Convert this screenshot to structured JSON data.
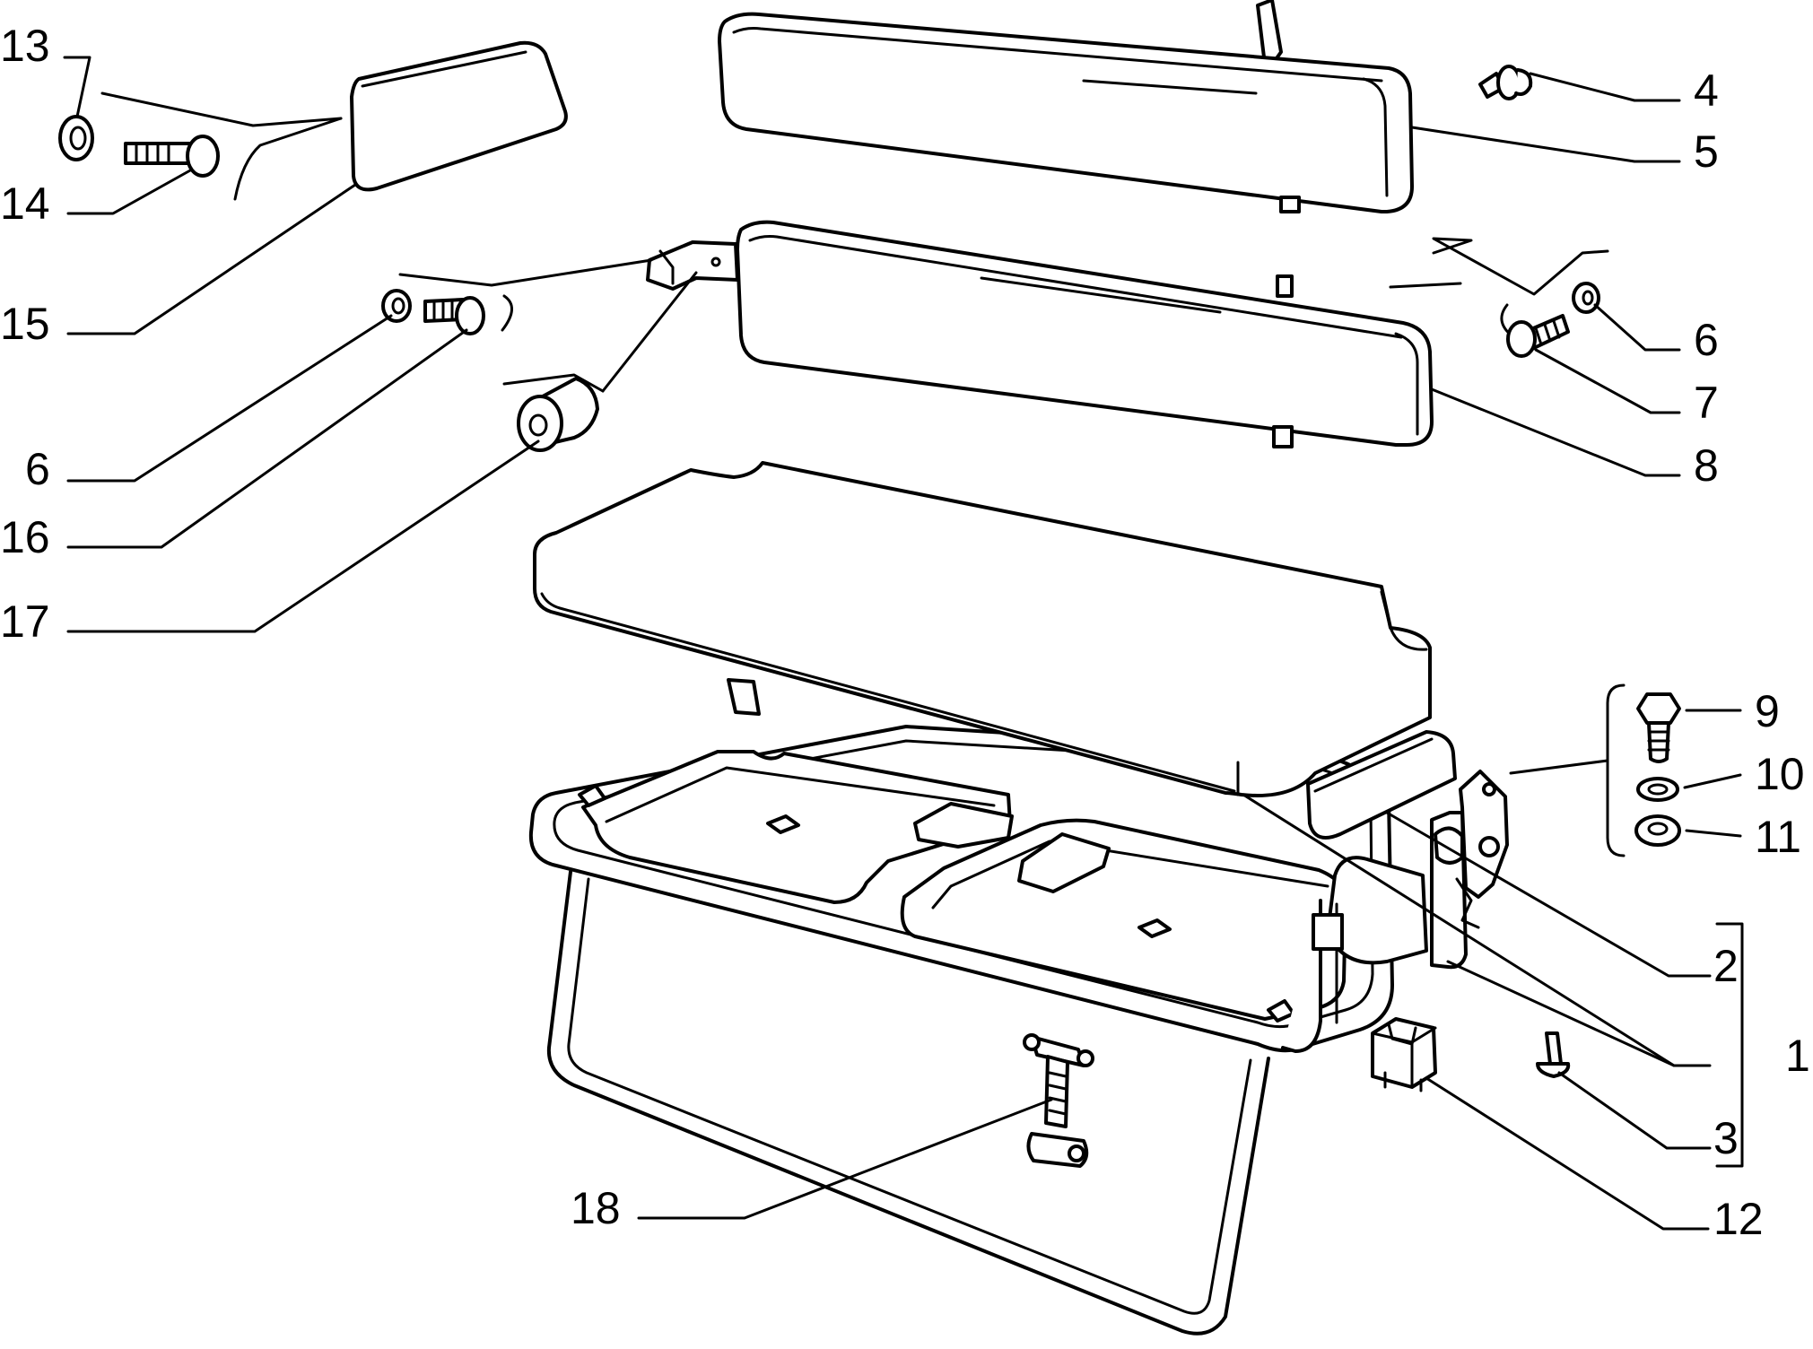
{
  "diagram": {
    "colors": {
      "ink": "#000000",
      "paper": "#ffffff"
    },
    "callouts": {
      "c1": "1",
      "c2": "2",
      "c3": "3",
      "c4": "4",
      "c5": "5",
      "c6a": "6",
      "c6b": "6",
      "c7": "7",
      "c8": "8",
      "c9": "9",
      "c10": "10",
      "c11": "11",
      "c12": "12",
      "c13": "13",
      "c14": "14",
      "c15": "15",
      "c16": "16",
      "c17": "17",
      "c18": "18"
    }
  }
}
